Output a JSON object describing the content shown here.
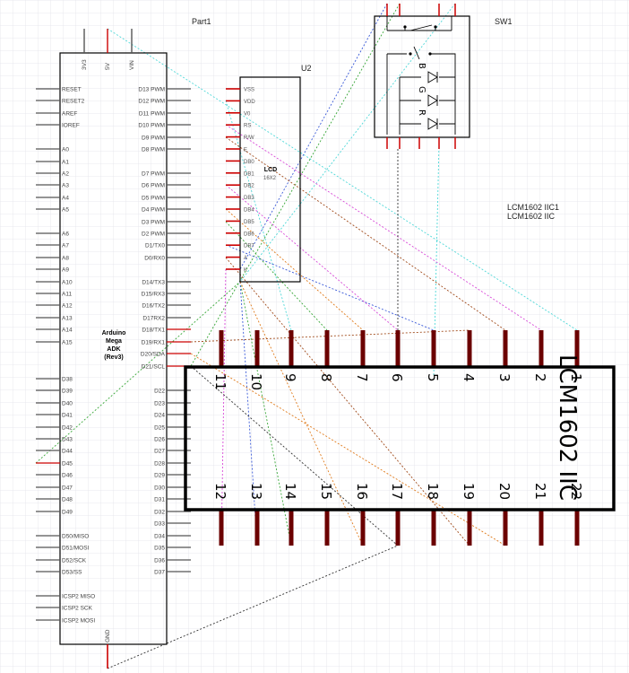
{
  "arduino": {
    "ref": "Part1",
    "name_lines": [
      "Arduino",
      "Mega",
      "ADK",
      "(Rev3)"
    ],
    "top_pins": [
      "3V3",
      "5V",
      "VIN"
    ],
    "bottom_pin": "GND",
    "left_pins": [
      "RESET",
      "RESET2",
      "AREF",
      "IOREF",
      "A0",
      "A1",
      "A2",
      "A3",
      "A4",
      "A5",
      "A6",
      "A7",
      "A8",
      "A9",
      "A10",
      "A11",
      "A12",
      "A13",
      "A14",
      "A15",
      "D38",
      "D39",
      "D40",
      "D41",
      "D42",
      "D43",
      "D44",
      "D45",
      "D46",
      "D47",
      "D48",
      "D49",
      "D50/MISO",
      "D51/MOSI",
      "D52/SCK",
      "D53/SS",
      "ICSP2 MISO",
      "ICSP2 SCK",
      "ICSP2 MOSI"
    ],
    "right_pins": [
      "D13 PWM",
      "D12 PWM",
      "D11 PWM",
      "D10 PWM",
      "D9 PWM",
      "D8 PWM",
      "D7 PWM",
      "D6 PWM",
      "D5 PWM",
      "D4 PWM",
      "D3 PWM",
      "D2 PWM",
      "D1/TX0",
      "D0/RX0",
      "D14/TX3",
      "D15/RX3",
      "D16/TX2",
      "D17RX2",
      "D18/TX1",
      "D19/RX1",
      "D20/SDA",
      "D21/SCL",
      "D22",
      "D23",
      "D24",
      "D25",
      "D26",
      "D27",
      "D28",
      "D29",
      "D30",
      "D31",
      "D32",
      "D33",
      "D34",
      "D35",
      "D36",
      "D37"
    ]
  },
  "lcd": {
    "ref": "U2",
    "name_lines": [
      "LCD",
      "16X2"
    ],
    "pins": [
      "VSS",
      "VDD",
      "V0",
      "RS",
      "R/W",
      "E",
      "DB0",
      "DB1",
      "DB2",
      "DB3",
      "DB4",
      "DB5",
      "DB6",
      "DB7",
      "A",
      "K"
    ]
  },
  "switch": {
    "ref": "SW1",
    "led_letters": [
      "B",
      "G",
      "R"
    ]
  },
  "iic": {
    "label_lines": [
      "LCM1602 IIC1",
      "LCM1602 IIC"
    ],
    "title": "LCM1602 IIC",
    "top_numbers": [
      "11",
      "10",
      "9",
      "8",
      "7",
      "6",
      "5",
      "4",
      "3",
      "2",
      "1"
    ],
    "bottom_numbers": [
      "12",
      "13",
      "14",
      "15",
      "16",
      "17",
      "18",
      "19",
      "20",
      "21",
      "22"
    ]
  },
  "colors": {
    "pin_red": "#cc0000",
    "header_dark_red": "#6b0000",
    "grid": "#e2e2ea",
    "wire_cyan": "#4fd8d8",
    "wire_green": "#3aa83a",
    "wire_blue": "#3a5ad8",
    "wire_orange": "#e07a1a",
    "wire_magenta": "#d84ad8",
    "wire_brown": "#a04a1a",
    "wire_black": "#333333"
  }
}
